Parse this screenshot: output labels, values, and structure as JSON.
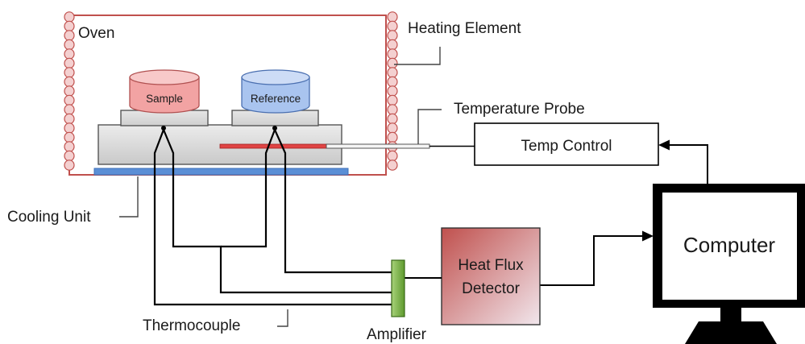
{
  "labels": {
    "oven": "Oven",
    "heating_element": "Heating Element",
    "temperature_probe": "Temperature Probe",
    "temp_control": "Temp Control",
    "computer": "Computer",
    "cooling_unit": "Cooling Unit",
    "heat_flux_line1": "Heat Flux",
    "heat_flux_line2": "Detector",
    "amplifier": "Amplifier",
    "thermocouple": "Thermocouple",
    "sample": "Sample",
    "reference": "Reference"
  },
  "colors": {
    "oven_border": "#c0504d",
    "coil_fill": "#f4d0d0",
    "coil_stroke": "#c0504d",
    "cooling_unit": "#5b8fd6",
    "sample_fill": "#f2a3a3",
    "reference_fill": "#a9c4ef",
    "probe_red": "#e04444",
    "amplifier_fill": "#7fb24a",
    "detector_red": "#c0504d",
    "detector_light": "#f1e6ec"
  }
}
